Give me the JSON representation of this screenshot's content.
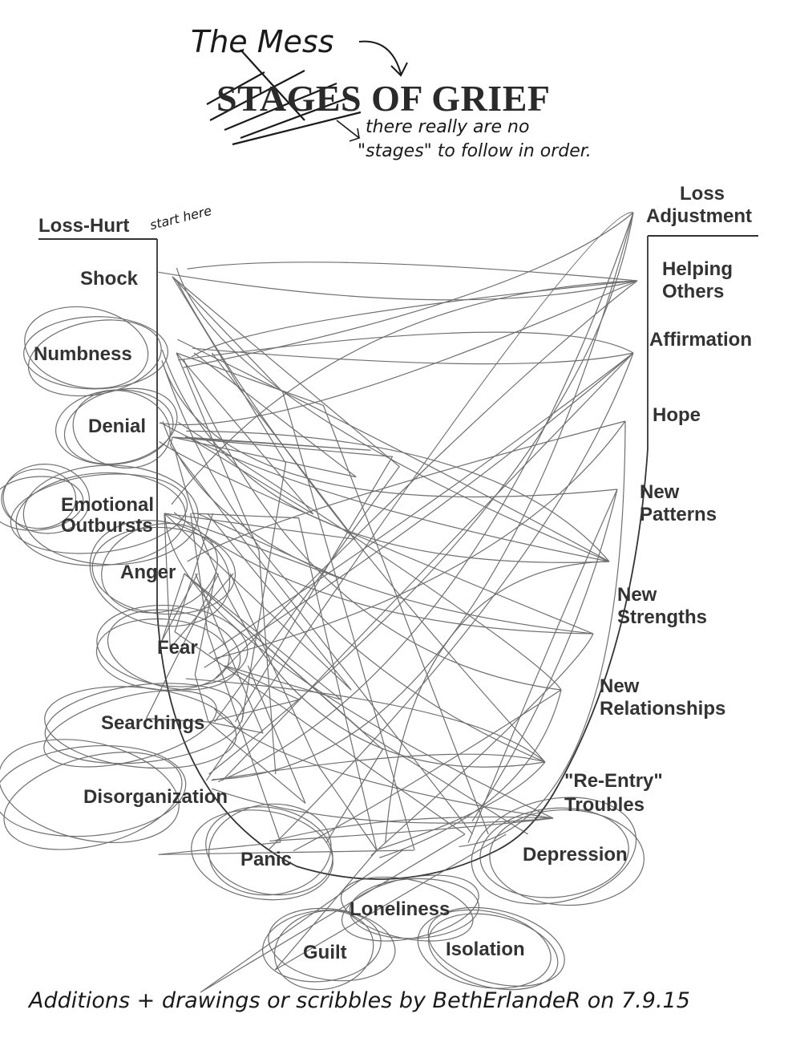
{
  "title": {
    "printed": "STAGES OF GRIEF",
    "struck_word": "STAGES",
    "rest": " OF GRIEF",
    "handwritten_replacement": "The Mess",
    "note_line1": "there really are no",
    "note_line2": "\"stages\" to follow in order."
  },
  "left_column": {
    "header": "Loss-Hurt",
    "header_note": "start here",
    "items": [
      "Shock",
      "Numbness",
      "Denial",
      "Emotional",
      "Outbursts",
      "Anger",
      "Fear",
      "Searchings",
      "Disorganization",
      "Panic",
      "Guilt",
      "Loneliness",
      "Isolation",
      "Depression",
      "\"Re-Entry\"",
      "Troubles"
    ]
  },
  "right_column": {
    "header_line1": "Loss",
    "header_line2": "Adjustment",
    "items": [
      "Helping",
      "Others",
      "Affirmation",
      "Hope",
      "New",
      "Patterns",
      "New",
      "Strengths",
      "New",
      "Relationships"
    ]
  },
  "footer": {
    "signature": "Additions + drawings or scribbles by BethErlandeR on 7.9.15"
  },
  "colors": {
    "ink": "#333333",
    "pencil": "#555555",
    "pen": "#1a1a1a"
  }
}
